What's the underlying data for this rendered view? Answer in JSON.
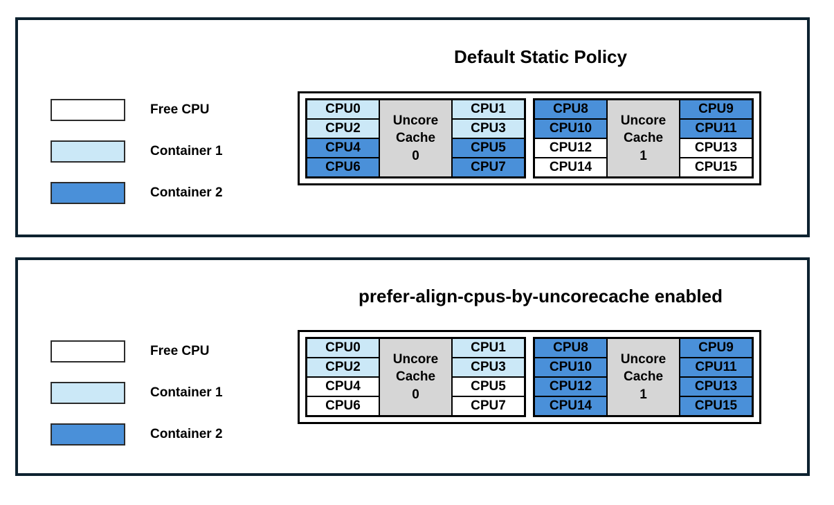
{
  "panels": [
    {
      "id": "default-static-policy",
      "title": "Default Static Policy",
      "legend": [
        {
          "label": "Free CPU",
          "color": "#ffffff"
        },
        {
          "label": "Container 1",
          "color": "#cbe8f7"
        },
        {
          "label": "Container 2",
          "color": "#4a90d9"
        }
      ],
      "groups": [
        {
          "cache_label_line1": "Uncore",
          "cache_label_line2": "Cache",
          "cache_index": "0",
          "left_column": [
            {
              "label": "CPU0",
              "state": "c1"
            },
            {
              "label": "CPU2",
              "state": "c1"
            },
            {
              "label": "CPU4",
              "state": "c2"
            },
            {
              "label": "CPU6",
              "state": "c2"
            }
          ],
          "right_column": [
            {
              "label": "CPU1",
              "state": "c1"
            },
            {
              "label": "CPU3",
              "state": "c1"
            },
            {
              "label": "CPU5",
              "state": "c2"
            },
            {
              "label": "CPU7",
              "state": "c2"
            }
          ]
        },
        {
          "cache_label_line1": "Uncore",
          "cache_label_line2": "Cache",
          "cache_index": "1",
          "left_column": [
            {
              "label": "CPU8",
              "state": "c2"
            },
            {
              "label": "CPU10",
              "state": "c2"
            },
            {
              "label": "CPU12",
              "state": "free"
            },
            {
              "label": "CPU14",
              "state": "free"
            }
          ],
          "right_column": [
            {
              "label": "CPU9",
              "state": "c2"
            },
            {
              "label": "CPU11",
              "state": "c2"
            },
            {
              "label": "CPU13",
              "state": "free"
            },
            {
              "label": "CPU15",
              "state": "free"
            }
          ]
        }
      ]
    },
    {
      "id": "prefer-align-cpus-by-uncorecache-enabled",
      "title": "prefer-align-cpus-by-uncorecache enabled",
      "legend": [
        {
          "label": "Free CPU",
          "color": "#ffffff"
        },
        {
          "label": "Container 1",
          "color": "#cbe8f7"
        },
        {
          "label": "Container 2",
          "color": "#4a90d9"
        }
      ],
      "groups": [
        {
          "cache_label_line1": "Uncore",
          "cache_label_line2": "Cache",
          "cache_index": "0",
          "left_column": [
            {
              "label": "CPU0",
              "state": "c1"
            },
            {
              "label": "CPU2",
              "state": "c1"
            },
            {
              "label": "CPU4",
              "state": "free"
            },
            {
              "label": "CPU6",
              "state": "free"
            }
          ],
          "right_column": [
            {
              "label": "CPU1",
              "state": "c1"
            },
            {
              "label": "CPU3",
              "state": "c1"
            },
            {
              "label": "CPU5",
              "state": "free"
            },
            {
              "label": "CPU7",
              "state": "free"
            }
          ]
        },
        {
          "cache_label_line1": "Uncore",
          "cache_label_line2": "Cache",
          "cache_index": "1",
          "left_column": [
            {
              "label": "CPU8",
              "state": "c2"
            },
            {
              "label": "CPU10",
              "state": "c2"
            },
            {
              "label": "CPU12",
              "state": "c2"
            },
            {
              "label": "CPU14",
              "state": "c2"
            }
          ],
          "right_column": [
            {
              "label": "CPU9",
              "state": "c2"
            },
            {
              "label": "CPU11",
              "state": "c2"
            },
            {
              "label": "CPU13",
              "state": "c2"
            },
            {
              "label": "CPU15",
              "state": "c2"
            }
          ]
        }
      ]
    }
  ],
  "colors": {
    "free_cpu": "#ffffff",
    "container_1": "#cbe8f7",
    "container_2": "#4a90d9",
    "uncore_cache": "#d6d6d6",
    "panel_border": "#0d2230",
    "cell_border": "#000000"
  }
}
